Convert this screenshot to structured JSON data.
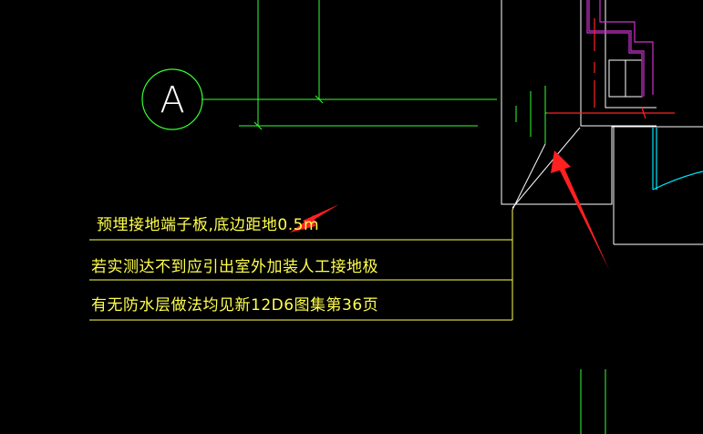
{
  "grid_axis": {
    "label": "A"
  },
  "notes": [
    "预埋接地端子板,底边距地0.5m",
    "若实测达不到应引出室外加装人工接地极",
    "有无防水层做法均见新12D6图集第36页"
  ],
  "colors": {
    "background": "#000000",
    "annotation_text": "#ffff4d",
    "wall_lines": "#ffffff",
    "dimension_lines": "#33ff33",
    "door_swing": "#00e5ff",
    "window_lines": "#cc33cc",
    "marker_red": "#ff2222",
    "arrow": "#ff2020"
  }
}
